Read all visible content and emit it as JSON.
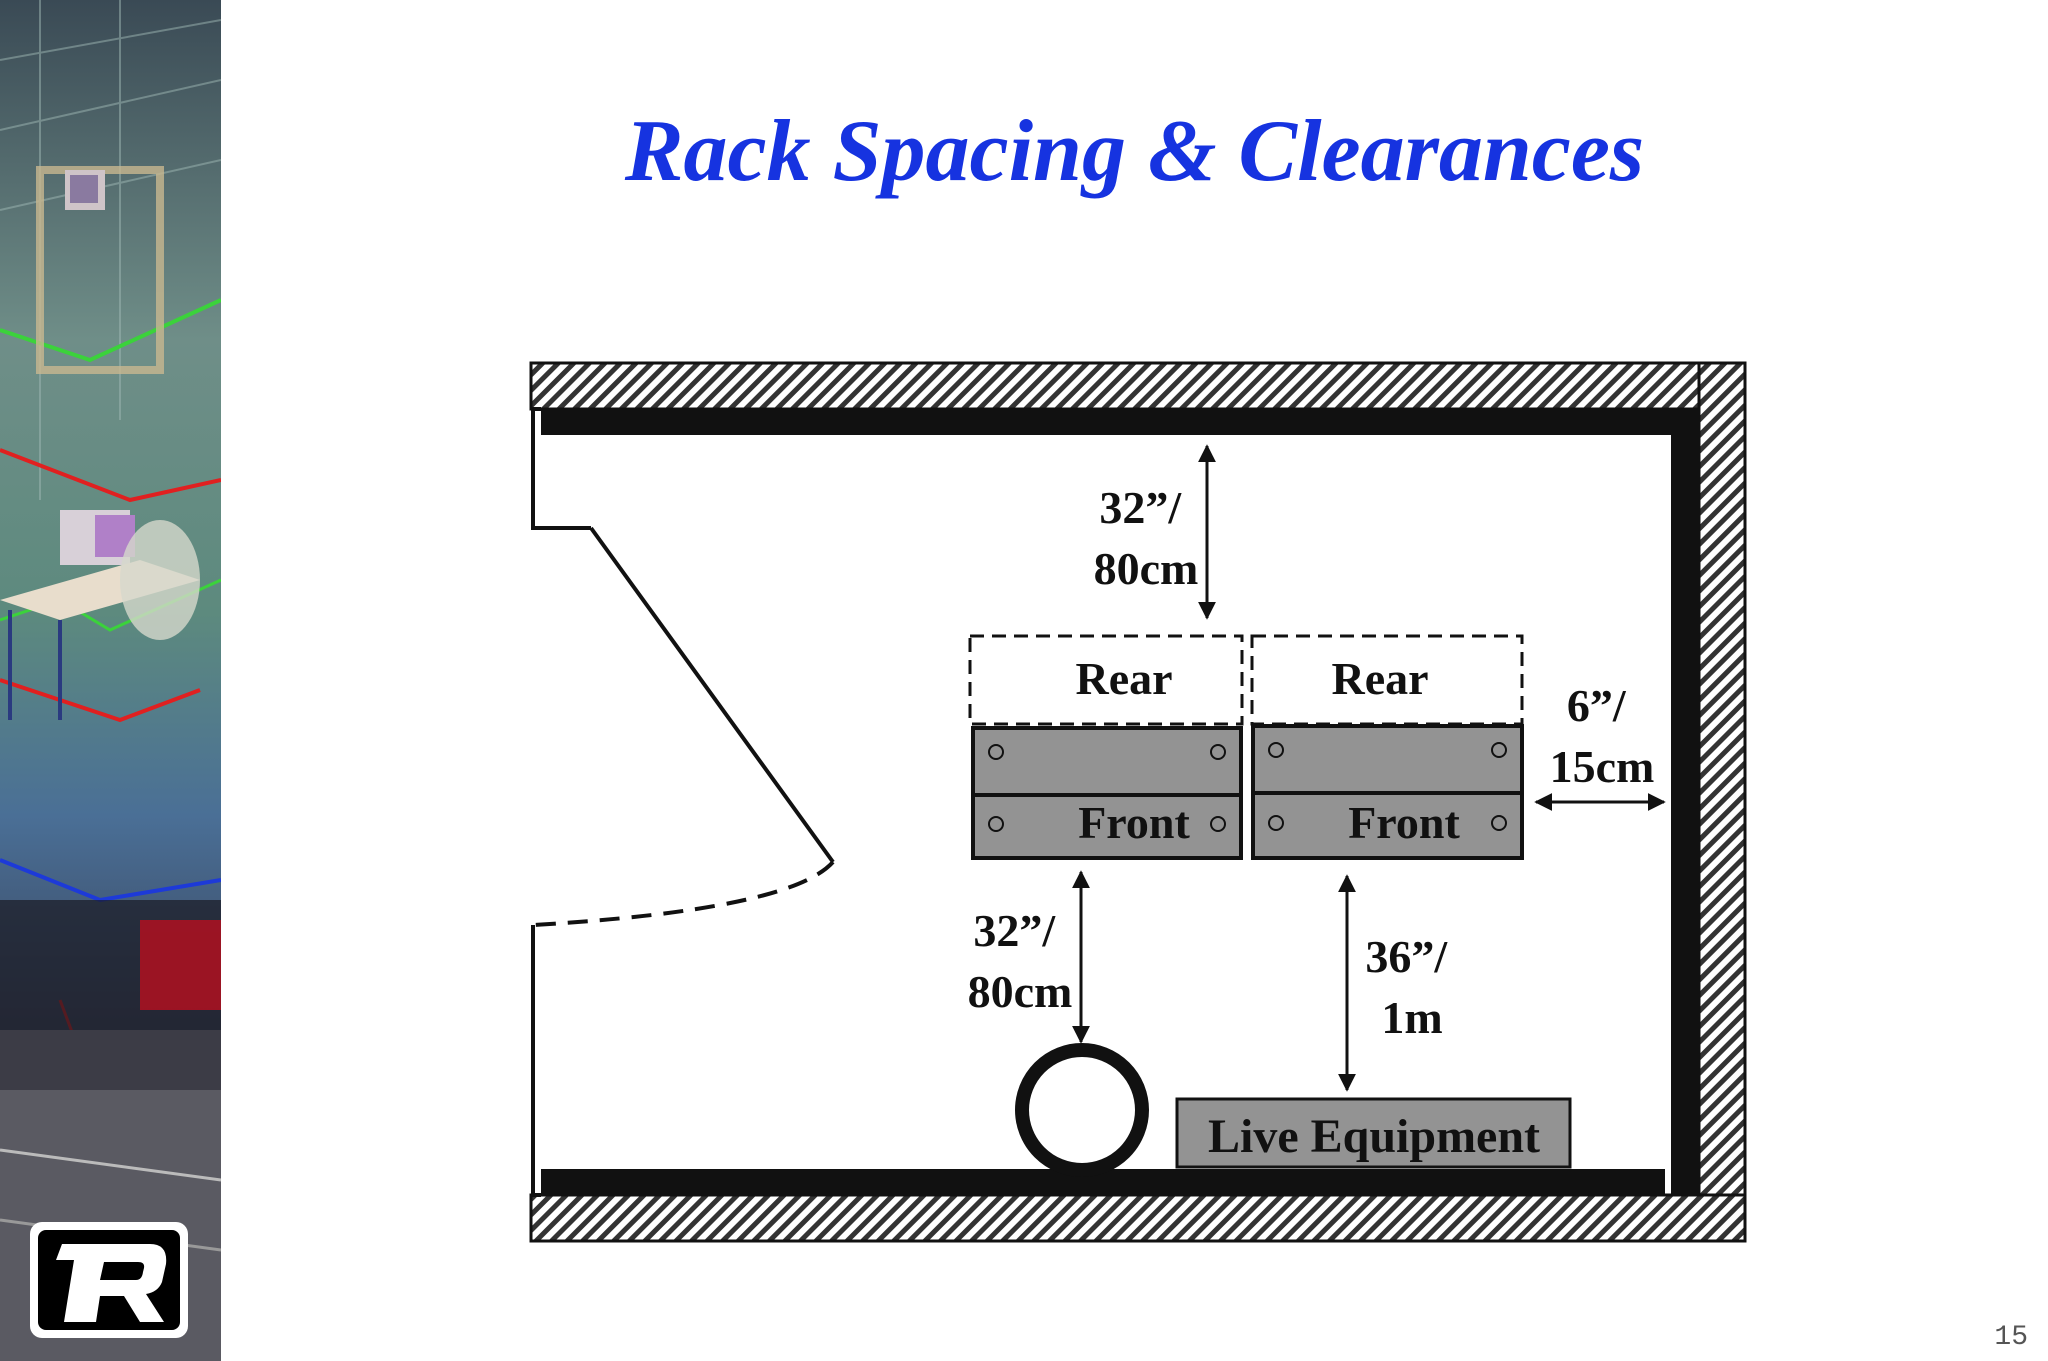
{
  "slide": {
    "title": "Rack Spacing & Clearances",
    "page_number": "15"
  },
  "diagram": {
    "racks": [
      {
        "rear_label": "Rear",
        "front_label": "Front"
      },
      {
        "rear_label": "Rear",
        "front_label": "Front"
      }
    ],
    "clearances": {
      "rear_top": [
        "32”/",
        "80cm"
      ],
      "side": [
        "6”/",
        "15cm"
      ],
      "front_left": [
        "32”/",
        "80cm"
      ],
      "front_right": [
        "36”/",
        "1m"
      ]
    },
    "equipment_label": "Live Equipment"
  }
}
